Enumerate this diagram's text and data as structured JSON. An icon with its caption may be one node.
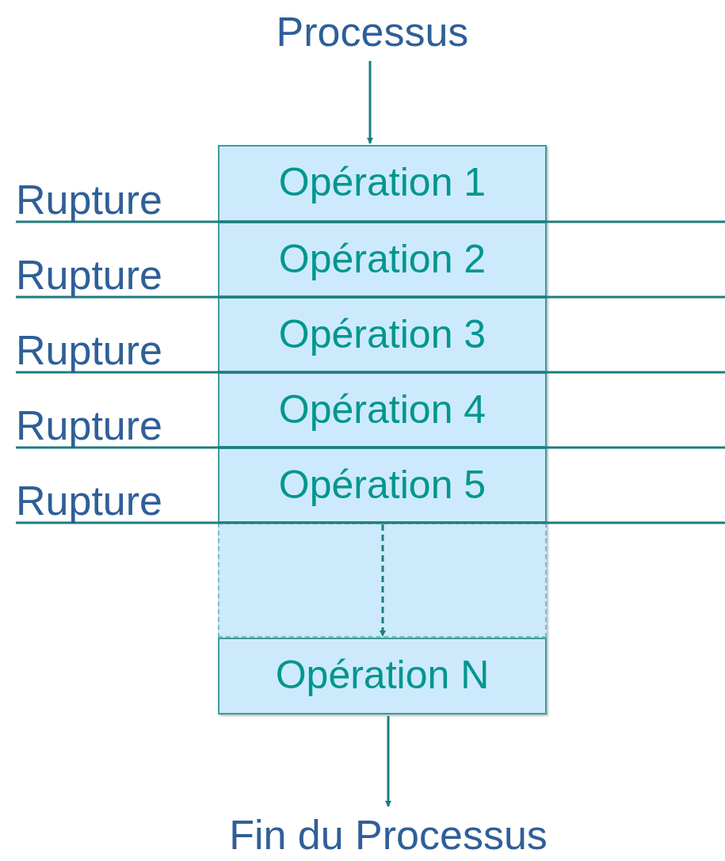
{
  "diagram": {
    "nodes": [
      {
        "text": [
          "Processus"
        ]
      },
      {
        "text": [
          "Opération 1"
        ]
      },
      {
        "text": [
          "Opération 2"
        ]
      },
      {
        "text": [
          "Opération 3"
        ]
      },
      {
        "text": [
          "Opération 4"
        ]
      },
      {
        "text": [
          "Opération 5"
        ]
      },
      {
        "text": [],
        "shape": "box"
      },
      {
        "text": [
          "Opération N"
        ]
      },
      {
        "text": [
          "Fin du Processus"
        ]
      }
    ],
    "edges": [
      {
        "from": 0,
        "to": 1,
        "arrow": "to"
      },
      {
        "from": 6,
        "to": 7,
        "arrow": "to",
        "style": "dashed"
      },
      {
        "from": 7,
        "to": 8,
        "arrow": "to"
      }
    ],
    "labels": [
      "Rupture",
      "Rupture",
      "Rupture",
      "Rupture",
      "Rupture"
    ]
  }
}
